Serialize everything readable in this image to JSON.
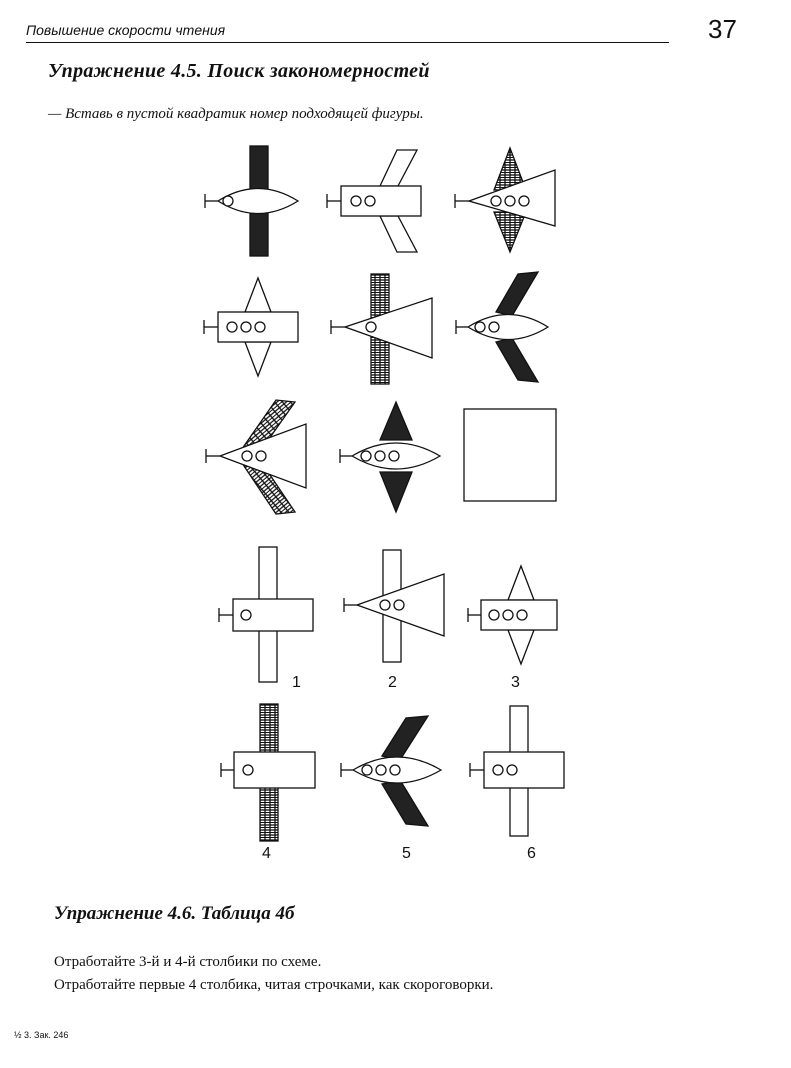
{
  "header": {
    "section_title": "Повышение скорости чтения",
    "page_number": "37"
  },
  "exercise_45": {
    "title": "Упражнение 4.5. Поиск закономерностей",
    "instruction": "— Вставь в пустой квадратик номер подходящей фигуры.",
    "option_labels": [
      "1",
      "2",
      "3",
      "4",
      "5",
      "6"
    ]
  },
  "exercise_46": {
    "title": "Упражнение 4.6. Таблица 4б",
    "lines": [
      "Отработайте 3-й и 4-й столбики по схеме.",
      "Отработайте первые 4 столбика, читая строчками, как скороговорки."
    ]
  },
  "footer": {
    "note": "½ 3. Зак. 246"
  }
}
